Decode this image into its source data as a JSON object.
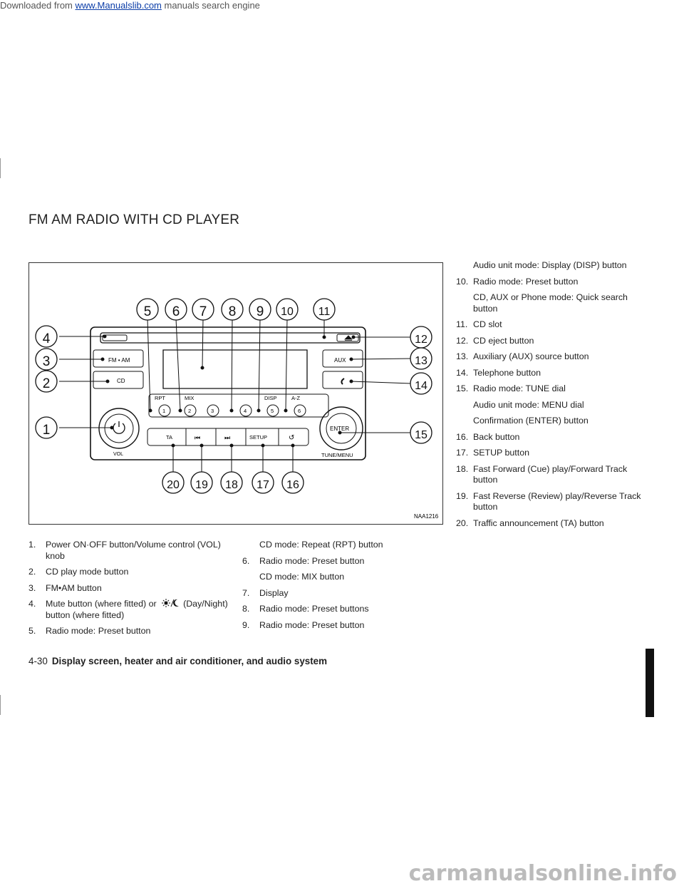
{
  "header": {
    "prefix": "Downloaded from ",
    "link": "www.Manualslib.com",
    "suffix": " manuals search engine"
  },
  "page_title": "FM AM RADIO WITH CD PLAYER",
  "figure": {
    "code": "NAA1216",
    "panel_labels": {
      "fm_am": "FM • AM",
      "cd": "CD",
      "aux": "AUX",
      "rpt": "RPT",
      "mix": "MIX",
      "disp": "DISP",
      "az": "A-Z",
      "vol": "VOL",
      "tune_menu": "TUNE/MENU",
      "enter": "ENTER",
      "ta": "TA",
      "setup": "SETUP",
      "presets": [
        "1",
        "2",
        "3",
        "4",
        "5",
        "6"
      ]
    },
    "callouts": [
      "1",
      "2",
      "3",
      "4",
      "5",
      "6",
      "7",
      "8",
      "9",
      "10",
      "11",
      "12",
      "13",
      "14",
      "15",
      "16",
      "17",
      "18",
      "19",
      "20"
    ]
  },
  "col1": [
    {
      "n": "1.",
      "text": "Power ON·OFF button/Volume control (VOL) knob"
    },
    {
      "n": "2.",
      "text": "CD play mode button"
    },
    {
      "n": "3.",
      "text": "FM•AM button"
    },
    {
      "n": "4.",
      "text_a": "Mute button (where fitted) or",
      "text_b": "(Day/Night) button (where fitted)"
    },
    {
      "n": "5.",
      "text": "Radio mode: Preset button"
    }
  ],
  "col2": {
    "cont": "CD mode: Repeat (RPT) button",
    "items": [
      {
        "n": "6.",
        "text": "Radio mode: Preset button",
        "sub": "CD mode: MIX button"
      },
      {
        "n": "7.",
        "text": "Display"
      },
      {
        "n": "8.",
        "text": "Radio mode: Preset buttons"
      },
      {
        "n": "9.",
        "text": "Radio mode: Preset button"
      }
    ]
  },
  "col3": {
    "cont": "Audio unit mode: Display (DISP) button",
    "items": [
      {
        "n": "10.",
        "text": "Radio mode: Preset button",
        "sub": "CD, AUX or Phone mode: Quick search button"
      },
      {
        "n": "11.",
        "text": "CD slot"
      },
      {
        "n": "12.",
        "text": "CD eject button"
      },
      {
        "n": "13.",
        "text": "Auxiliary (AUX) source button"
      },
      {
        "n": "14.",
        "text": "Telephone button"
      },
      {
        "n": "15.",
        "text": "Radio mode: TUNE dial",
        "sub": "Audio unit mode: MENU dial",
        "sub2": "Confirmation (ENTER) button"
      },
      {
        "n": "16.",
        "text": "Back button"
      },
      {
        "n": "17.",
        "text": "SETUP button"
      },
      {
        "n": "18.",
        "text": "Fast Forward (Cue) play/Forward Track button"
      },
      {
        "n": "19.",
        "text": "Fast Reverse (Review) play/Reverse Track button"
      },
      {
        "n": "20.",
        "text": "Traffic announcement (TA) button"
      }
    ]
  },
  "footer": {
    "page": "4-30",
    "section": "Display screen, heater and air conditioner, and audio system"
  },
  "watermark": "carmanualsonline.info"
}
